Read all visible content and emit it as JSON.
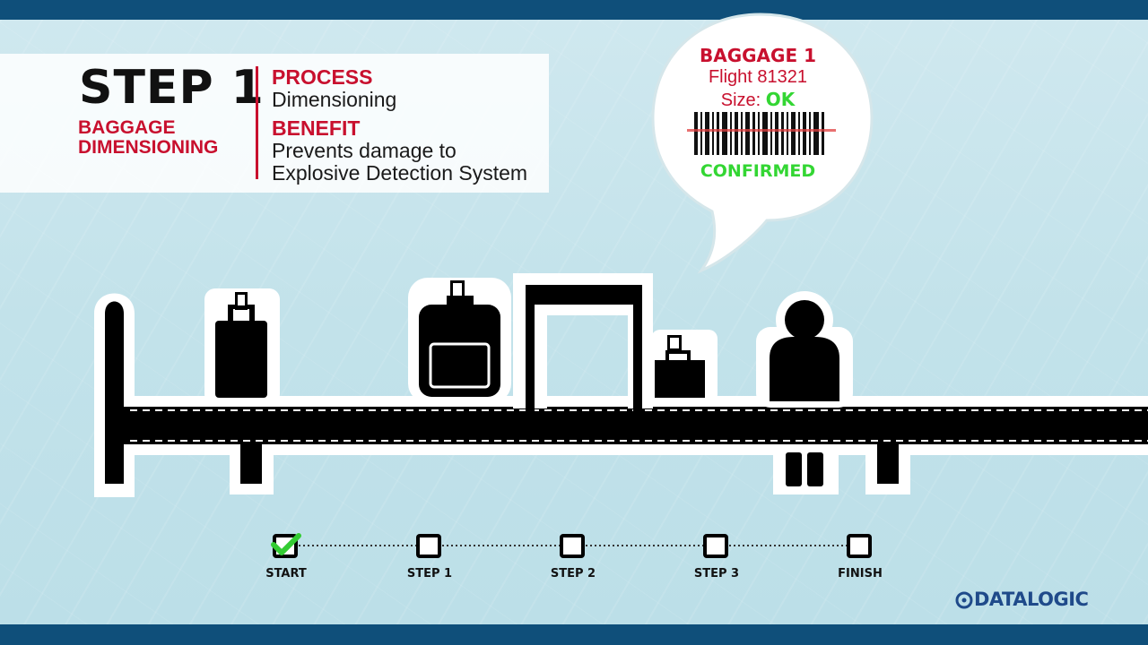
{
  "step": {
    "title": "STEP 1",
    "subtitle": "BAGGAGE DIMENSIONING"
  },
  "process": {
    "label": "PROCESS",
    "value": "Dimensioning"
  },
  "benefit": {
    "label": "BENEFIT",
    "line1": "Prevents damage to",
    "line2": "Explosive Detection System"
  },
  "bubble": {
    "title": "BAGGAGE 1",
    "flight": "Flight 81321",
    "size_label": "Size:",
    "size_value": "OK",
    "status": "CONFIRMED",
    "status_color": "#33d633",
    "accent_color": "#c8102e"
  },
  "progress": {
    "steps": [
      {
        "label": "START",
        "checked": true
      },
      {
        "label": "STEP 1",
        "checked": false
      },
      {
        "label": "STEP 2",
        "checked": false
      },
      {
        "label": "STEP 3",
        "checked": false
      },
      {
        "label": "FINISH",
        "checked": false
      }
    ]
  },
  "icons": [
    "suitcase-icon",
    "scanner-icon",
    "gate-icon",
    "briefcase-icon",
    "person-icon",
    "barcode-icon",
    "check-icon"
  ],
  "logo": {
    "text": "DATALOGIC",
    "color": "#1f4a8a"
  }
}
